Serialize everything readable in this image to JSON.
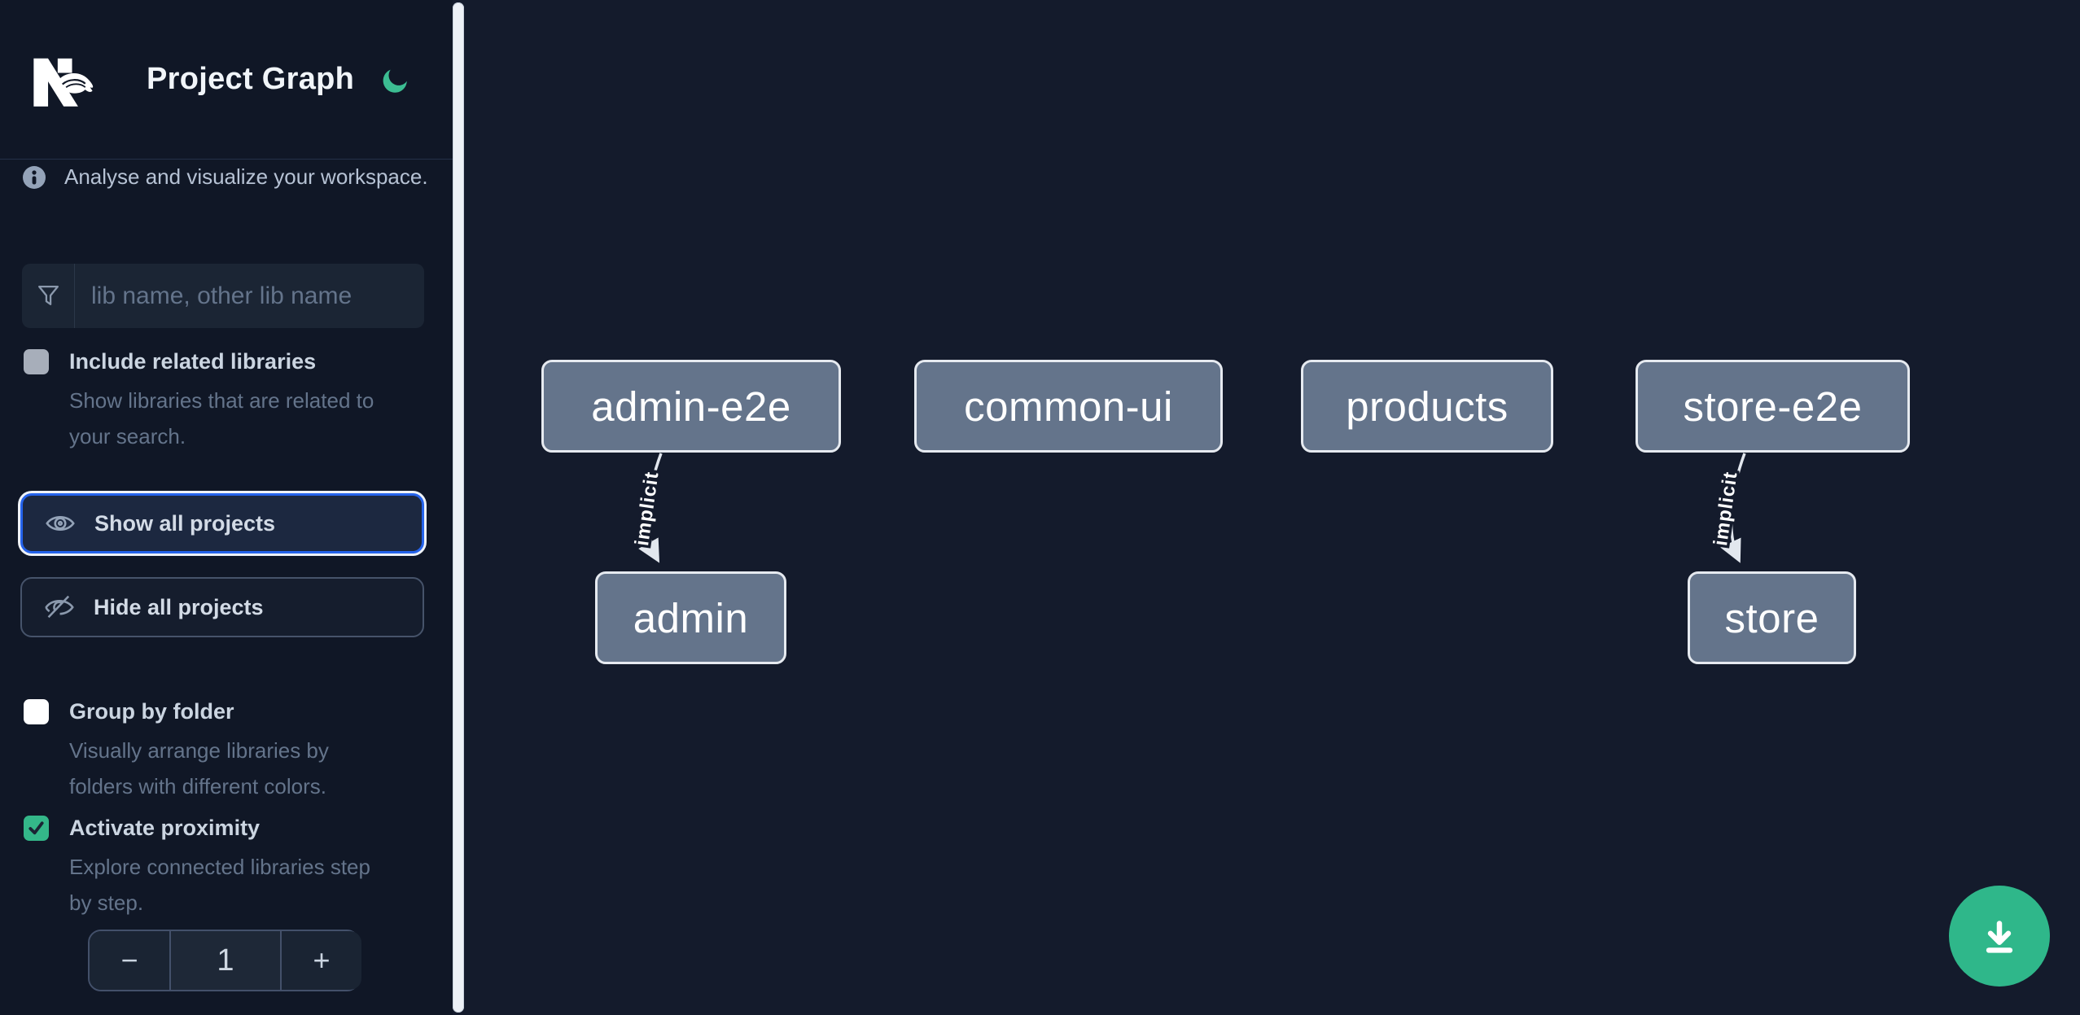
{
  "app": {
    "name": "Nx",
    "title": "Project Graph"
  },
  "colors": {
    "sidebar_bg": "#101726",
    "canvas_bg": "#141b2c",
    "accent_green_moon": "#3cbd92",
    "fab_green": "#2fb78a",
    "focus_blue": "#2563eb",
    "checkbox_green": "#34b789",
    "node_fill": "#64748b",
    "node_border": "#e6eaf0",
    "edge_gray": "#e2e7ee",
    "label_gray": "#cbd5e1",
    "description_gray": "#64748b"
  },
  "icons": {
    "theme_toggle": "moon-icon",
    "tagline": "info-icon",
    "filter": "funnel-icon",
    "show_all": "eye-icon",
    "hide_all": "eye-off-icon",
    "proximity_check": "check-icon",
    "fab": "download-icon"
  },
  "sidebar": {
    "tagline": "Analyse and visualize your workspace.",
    "filter_placeholder": "lib name, other lib name",
    "include_related": {
      "label": "Include related libraries",
      "description": "Show libraries that are related to\nyour search.",
      "checked": false
    },
    "show_all_label": "Show all projects",
    "hide_all_label": "Hide all projects",
    "group_by_folder": {
      "label": "Group by folder",
      "description": "Visually arrange libraries by\nfolders with different colors.",
      "checked": false
    },
    "activate_proximity": {
      "label": "Activate proximity",
      "description": "Explore connected libraries step\nby step.",
      "checked": true
    },
    "proximity_stepper": {
      "decrement_label": "−",
      "value": "1",
      "increment_label": "+"
    }
  },
  "graph": {
    "nodes": [
      {
        "id": "admin-e2e",
        "label": "admin-e2e"
      },
      {
        "id": "common-ui",
        "label": "common-ui"
      },
      {
        "id": "products",
        "label": "products"
      },
      {
        "id": "store-e2e",
        "label": "store-e2e"
      },
      {
        "id": "admin",
        "label": "admin"
      },
      {
        "id": "store",
        "label": "store"
      }
    ],
    "edges": [
      {
        "source": "admin-e2e",
        "target": "admin",
        "label": "implicit",
        "type": "implicit"
      },
      {
        "source": "store-e2e",
        "target": "store",
        "label": "implicit",
        "type": "implicit"
      }
    ]
  }
}
